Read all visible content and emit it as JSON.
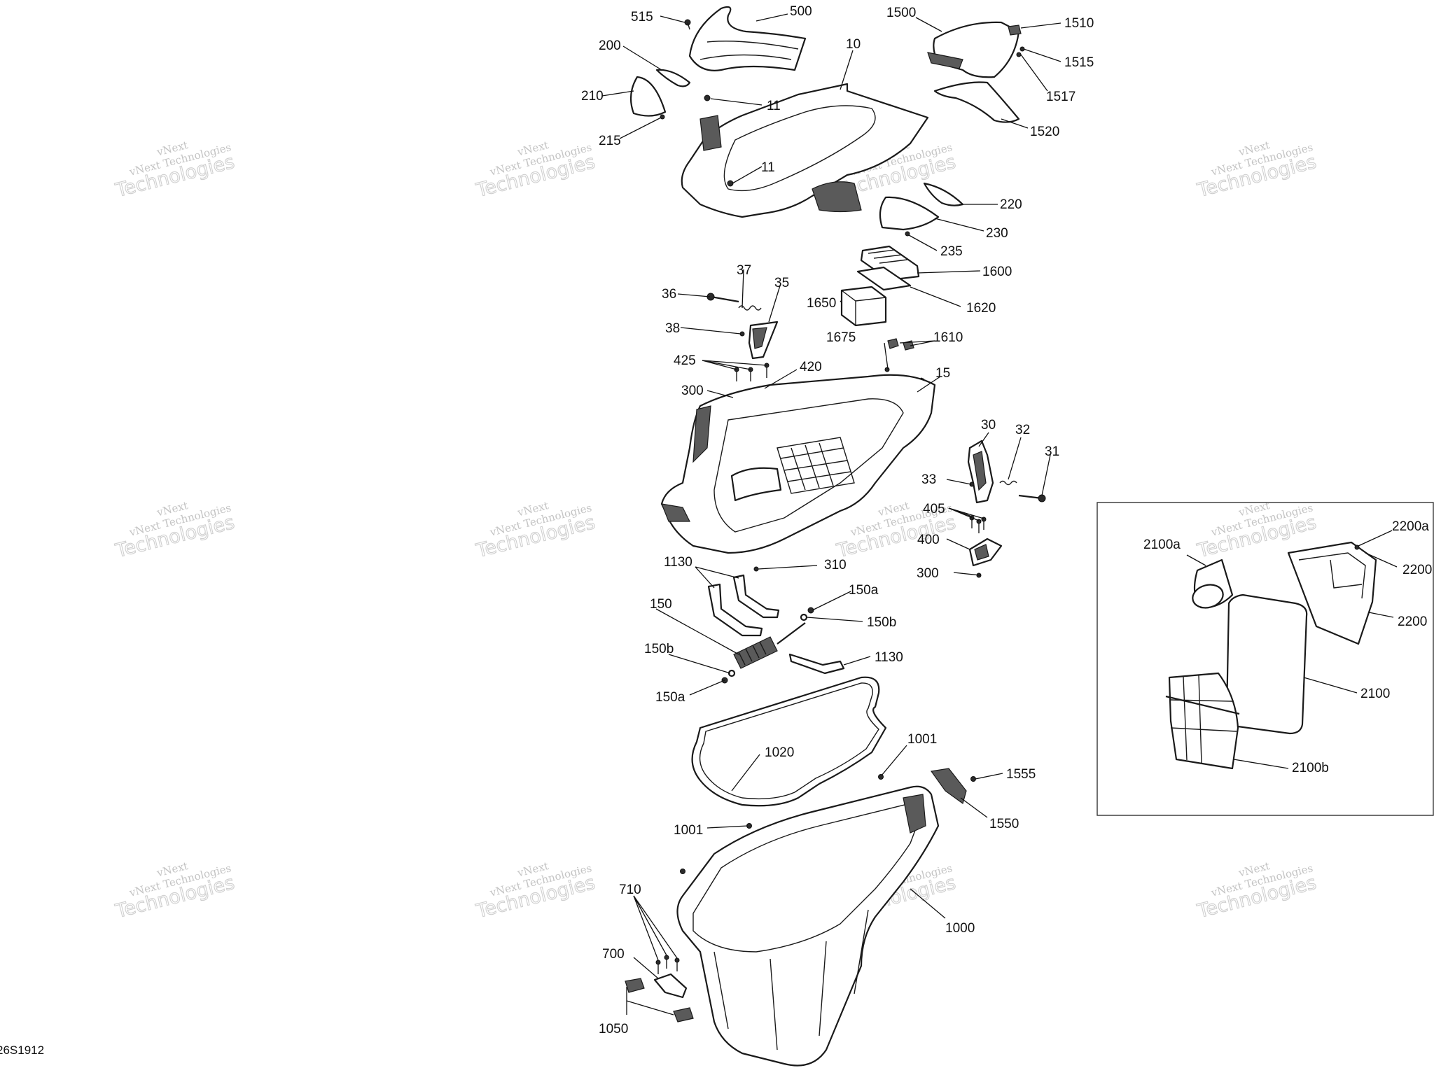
{
  "watermark": {
    "line1": "vNext",
    "line2": "vNext Technologies",
    "line3": "Technologies"
  },
  "drawing_code": "26S1912",
  "labels": {
    "l515": "515",
    "l500": "500",
    "l1500": "1500",
    "l1510": "1510",
    "l1515": "1515",
    "l1517": "1517",
    "l200": "200",
    "l10": "10",
    "l210": "210",
    "l11a": "11",
    "l1520": "1520",
    "l215": "215",
    "l11b": "11",
    "l220": "220",
    "l230": "230",
    "l235": "235",
    "l1600": "1600",
    "l37": "37",
    "l35": "35",
    "l36": "36",
    "l1650": "1650",
    "l1620": "1620",
    "l38": "38",
    "l1675": "1675",
    "l1610": "1610",
    "l425": "425",
    "l420": "420",
    "l15": "15",
    "l300a": "300",
    "l30": "30",
    "l32": "32",
    "l31": "31",
    "l33": "33",
    "l405": "405",
    "l400": "400",
    "l310": "310",
    "l300b": "300",
    "l1130a": "1130",
    "l150a1": "150a",
    "l150": "150",
    "l150b1": "150b",
    "l150b2": "150b",
    "l1130b": "1130",
    "l150a2": "150a",
    "l1020": "1020",
    "l1001a": "1001",
    "l1555": "1555",
    "l1550": "1550",
    "l1001b": "1001",
    "l710": "710",
    "l1000": "1000",
    "l700": "700",
    "l1050": "1050",
    "l2100a": "2100a",
    "l2200a": "2200a",
    "l2200x": "2200",
    "l2200y": "2200",
    "l2100": "2100",
    "l2100b": "2100b"
  }
}
